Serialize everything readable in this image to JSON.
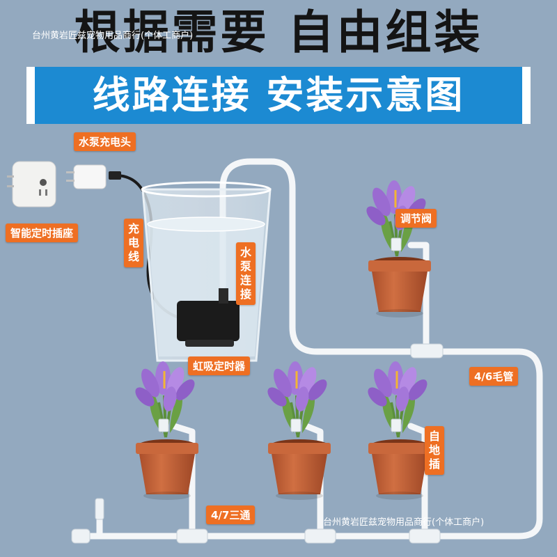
{
  "header": {
    "title": "根据需要 自由组装",
    "banner": "线路连接 安装示意图",
    "watermark_top": "台州黄岩匠兹宠物用品商行(个体工商户)"
  },
  "labels": {
    "pump_charger": "水泵充电头",
    "smart_timer_socket": "智能定时插座",
    "charging_cable": "充电线",
    "pump_connection": "水泵连接",
    "siphon_timer": "虹吸定时器",
    "regulating_valve": "调节阀",
    "capillary_tube": "4/6毛管",
    "ground_stake": "自地插",
    "tee_connector": "4/7三通"
  },
  "footer": {
    "watermark_bottom": "台州黄岩匠兹宠物用品商行(个体工商户)"
  },
  "colors": {
    "background": "#93a9bf",
    "banner": "#1c8ad2",
    "label": "#ee6f23",
    "pot": "#c8643a",
    "flower": "#a477d9"
  },
  "icons": {
    "socket": "smart-socket-icon",
    "charger": "usb-charger-icon",
    "pump": "water-pump-icon",
    "flower": "crocus-flower-icon"
  }
}
